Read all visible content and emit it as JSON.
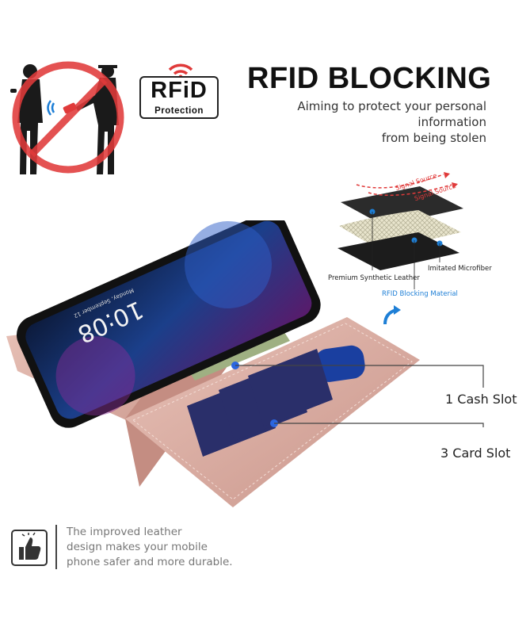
{
  "logo": {
    "text_main": "RFiD",
    "text_sub": "Protection"
  },
  "header": {
    "title": "RFID BLOCKING",
    "subtitle_line1": "Aiming to protect your personal information",
    "subtitle_line2": "from being stolen"
  },
  "layers": {
    "signal_1": "Signal Source",
    "signal_2": "Signal Source",
    "synthetic_leather": "Premium Synthetic Leather",
    "microfiber": "Imitated Microfiber",
    "rfid_material": "RFID Blocking Material"
  },
  "phone": {
    "time": "10:08",
    "date": "Monday, September 12"
  },
  "slots": {
    "cash": "1 Cash Slot",
    "cards": "3 Card Slot"
  },
  "footer": {
    "line1": "The improved leather",
    "line2": "design makes your mobile",
    "line3": "phone safer and more durable."
  },
  "colors": {
    "accent_red": "#e03a3a",
    "rose_gold": "#d9a9a0",
    "callout_blue": "#1e7fd6",
    "text_dark": "#111111"
  }
}
